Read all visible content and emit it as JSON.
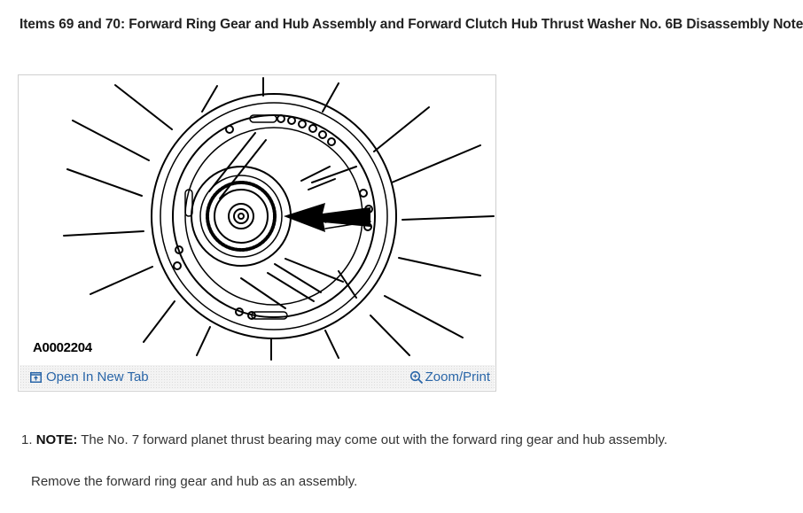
{
  "heading": "Items 69 and 70: Forward Ring Gear and Hub Assembly and Forward Clutch Hub Thrust Washer No. 6B Disassembly Note",
  "figure": {
    "label": "A0002204",
    "open_tab_label": "Open In New Tab",
    "zoom_print_label": "Zoom/Print"
  },
  "steps": [
    {
      "number": "1.",
      "note_label": "NOTE:",
      "note_text": "The No. 7 forward planet thrust bearing may come out with the forward ring gear and hub assembly.",
      "instruction": "Remove the forward ring gear and hub as an assembly."
    }
  ],
  "colors": {
    "link": "#2a66a8",
    "heading": "#222222",
    "body_text": "#333333"
  }
}
